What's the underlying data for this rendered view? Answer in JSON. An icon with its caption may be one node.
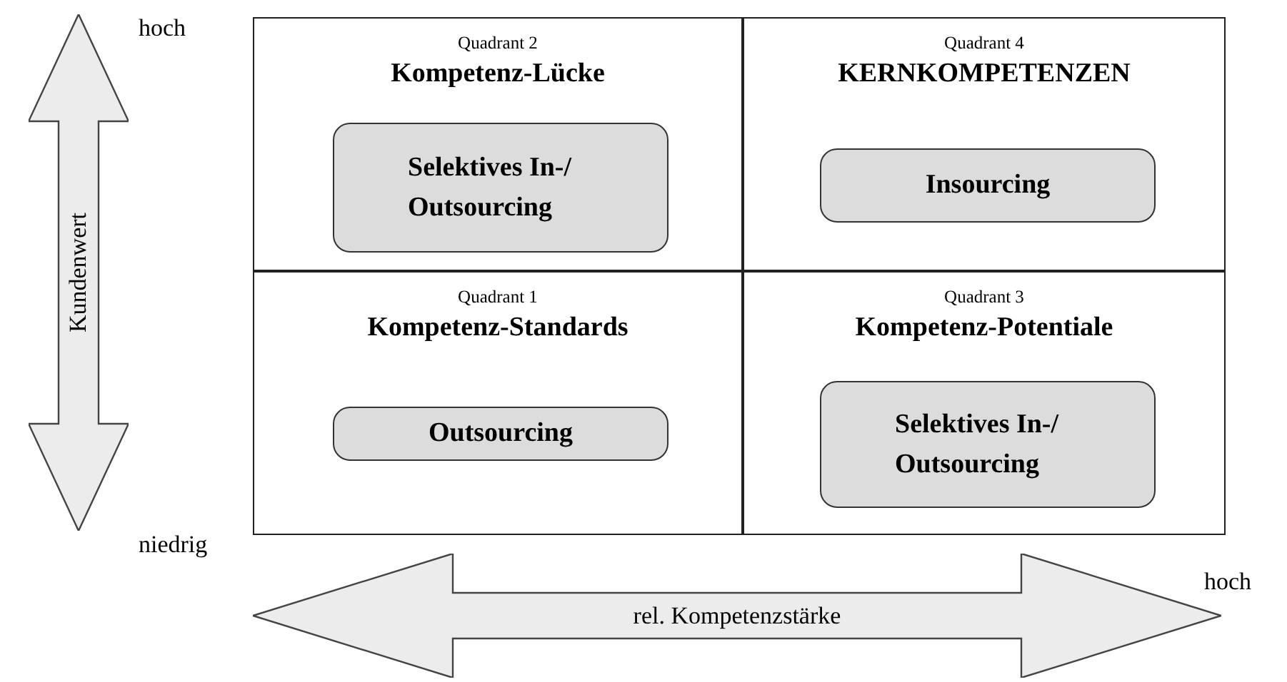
{
  "diagram": {
    "nodes": [
      {
        "text": [
          "Quadrant 2",
          "Kompetenz-Lücke"
        ]
      },
      {
        "text": [
          "Selektives In-/ Outsourcing"
        ],
        "in": 0
      },
      {
        "text": [
          "Quadrant 4",
          "KERNKOMPETENZEN"
        ]
      },
      {
        "text": [
          "Insourcing"
        ],
        "in": 2
      },
      {
        "text": [
          "Quadrant 1",
          "Kompetenz-Standards"
        ]
      },
      {
        "text": [
          "Outsourcing"
        ],
        "in": 4
      },
      {
        "text": [
          "Quadrant 3",
          "Kompetenz-Potentiale"
        ]
      },
      {
        "text": [
          "Selektives In-/ Outsourcing"
        ],
        "in": 6
      },
      {
        "text": [
          "Kundenwert"
        ]
      },
      {
        "text": [
          "rel. Kompetenzstärke"
        ]
      }
    ],
    "labels": [
      "hoch",
      "niedrig",
      "hoch"
    ]
  }
}
